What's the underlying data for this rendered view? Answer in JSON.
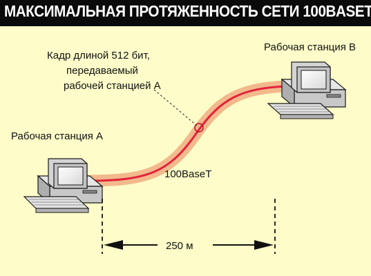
{
  "title": "МАКСИМАЛЬНАЯ ПРОТЯЖЕННОСТЬ СЕТИ 100BASET",
  "labels": {
    "station_a": "Рабочая станция А",
    "station_b": "Рабочая станция В",
    "frame_line1": "Кадр длиной 512 бит,",
    "frame_line2": "передаваемый",
    "frame_line3": "рабочей станцией А",
    "cable": "100BaseT",
    "distance": "250 м"
  },
  "colors": {
    "background": "#fefdc9",
    "title_bar": "#0a0a0a",
    "title_text": "#ffffff",
    "cable_outer": "#f2b98c",
    "cable_core": "#e2233a",
    "computer_body": "#cfcfcf"
  }
}
